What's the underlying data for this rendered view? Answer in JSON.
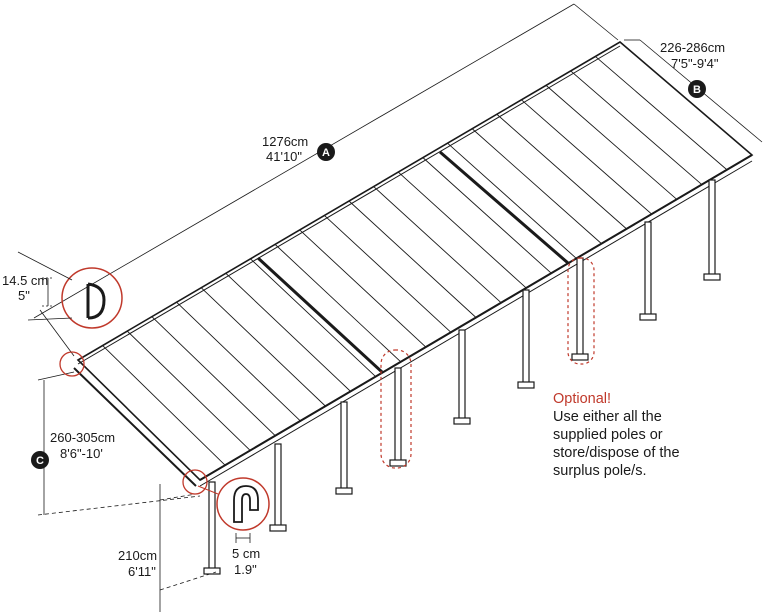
{
  "dimensions": {
    "length": {
      "badge": "A",
      "metric": "1276cm",
      "imperial": "41'10\""
    },
    "width": {
      "badge": "B",
      "metric": "226-286cm",
      "imperial": "7'5\"-9'4\""
    },
    "height": {
      "badge": "C",
      "metric": "260-305cm",
      "imperial": "8'6\"-10'"
    },
    "post_height": {
      "metric": "210cm",
      "imperial": "6'11\""
    },
    "gutter": {
      "metric": "14.5 cm",
      "imperial": "5\""
    },
    "post_width": {
      "metric": "5 cm",
      "imperial": "1.9\""
    }
  },
  "note": {
    "heading": "Optional!",
    "lines": [
      "Use either all the",
      "supplied poles or",
      "store/dispose of the",
      "surplus pole/s."
    ],
    "color": "#c0392b"
  },
  "colors": {
    "line": "#1a1a1a",
    "callout": "#c0392b",
    "badge": "#1a1a1a"
  }
}
